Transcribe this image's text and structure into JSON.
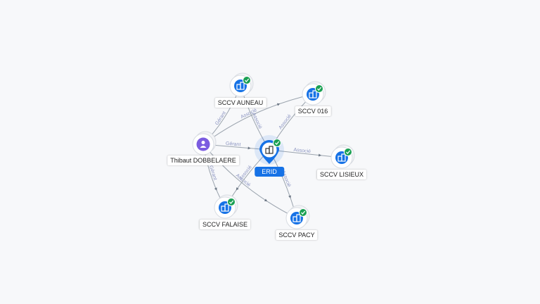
{
  "center": {
    "label": "ERID",
    "color": "#1672e6",
    "icon": "building-icon",
    "badge": "verified-check-icon"
  },
  "person": {
    "label": "Thibaut DOBBELAERE",
    "color": "#7b5ce0",
    "icon": "person-icon"
  },
  "companies": [
    {
      "id": "auneau",
      "label": "SCCV AUNEAU"
    },
    {
      "id": "c016",
      "label": "SCCV 016"
    },
    {
      "id": "lisieux",
      "label": "SCCV LISIEUX"
    },
    {
      "id": "falaise",
      "label": "SCCV FALAISE"
    },
    {
      "id": "pacy",
      "label": "SCCV PACY"
    }
  ],
  "edges": [
    {
      "from": "person",
      "to": "auneau",
      "label": "Gérant"
    },
    {
      "from": "person",
      "to": "c016",
      "label": "Associé"
    },
    {
      "from": "person",
      "to": "center",
      "label": "Gérant"
    },
    {
      "from": "person",
      "to": "falaise",
      "label": "Gérant"
    },
    {
      "from": "person",
      "to": "pacy",
      "label": "Associé"
    },
    {
      "from": "center",
      "to": "auneau",
      "label": "Associé"
    },
    {
      "from": "center",
      "to": "c016",
      "label": "Associé"
    },
    {
      "from": "center",
      "to": "lisieux",
      "label": "Associé"
    },
    {
      "from": "center",
      "to": "falaise",
      "label": "Associé"
    },
    {
      "from": "center",
      "to": "pacy",
      "label": "Associé"
    }
  ],
  "colors": {
    "node": "#1672e6",
    "badge": "#1aa053",
    "edge": "#9aa3ad",
    "edge_label": "#8a93c0"
  }
}
